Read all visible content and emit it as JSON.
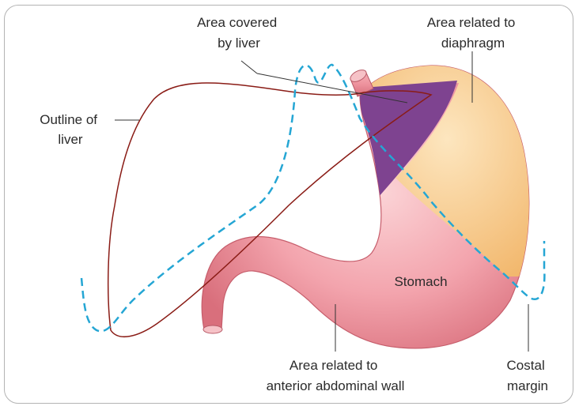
{
  "labels": {
    "area_covered_by_liver": [
      "Area covered",
      "by liver"
    ],
    "area_related_to_diaphragm": [
      "Area related to",
      "diaphragm"
    ],
    "outline_of_liver": [
      "Outline of",
      "liver"
    ],
    "stomach": "Stomach",
    "area_related_to_anterior_abdominal_wall": [
      "Area related to",
      "anterior abdominal wall"
    ],
    "costal_margin": [
      "Costal",
      "margin"
    ]
  },
  "colors": {
    "liver_outline": "#8a1c16",
    "costal_margin": "#25a6d4",
    "stomach_pink": "#ef9aa4",
    "diaphragm_area": "#f7c98a",
    "liver_area": "#7e4390",
    "leader_line": "#333333"
  }
}
